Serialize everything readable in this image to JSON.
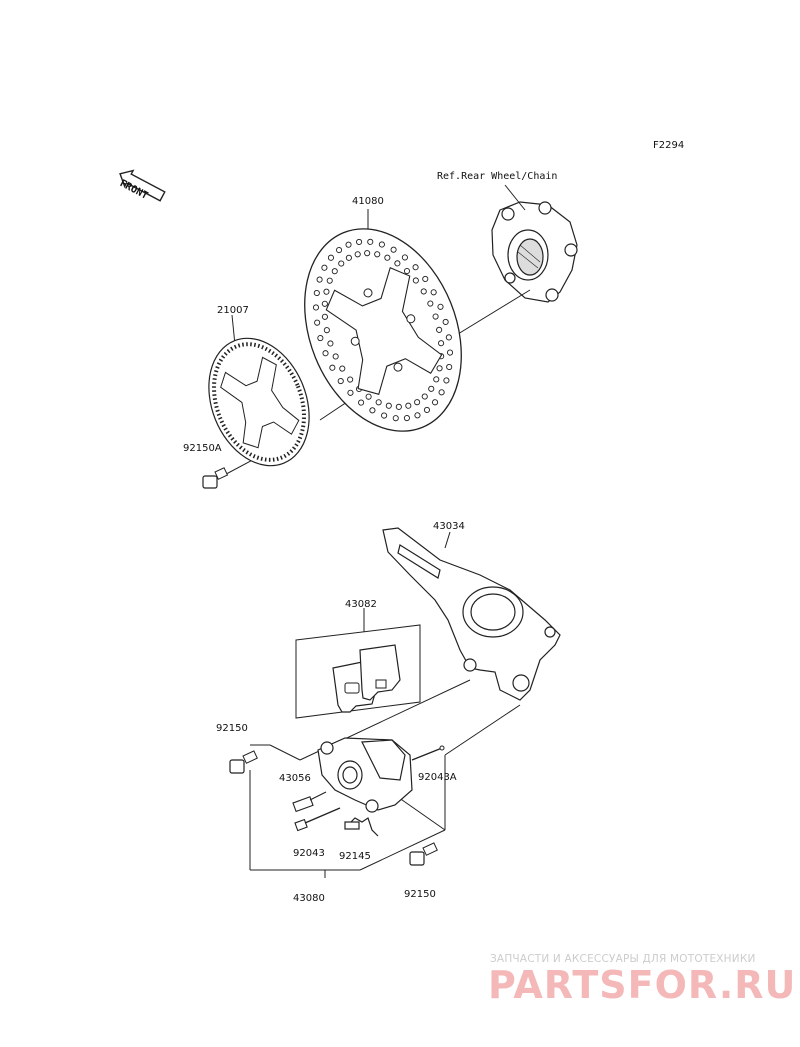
{
  "figure_code": "F2294",
  "front_label": "FRONT",
  "reference_note": "Ref.Rear Wheel/Chain",
  "parts": {
    "disc": "41080",
    "sensor_rotor": "21007",
    "rotor_bolt": "92150A",
    "caliper_bracket": "43034",
    "pad_set": "43082",
    "bolt_left": "92150",
    "bolt_bottom": "92150",
    "bleeder": "43056",
    "pin_a": "92043A",
    "pin": "92043",
    "spring": "92145",
    "caliper_assy": "43080"
  },
  "watermark": {
    "tagline": "ЗАПЧАСТИ И АКСЕССУАРЫ ДЛЯ МОТОТЕХНИКИ",
    "logo": "PARTSFOR.RU"
  },
  "colors": {
    "line": "#222222",
    "watermark_text": "#cccccc",
    "watermark_logo": "#f4b8b8"
  }
}
